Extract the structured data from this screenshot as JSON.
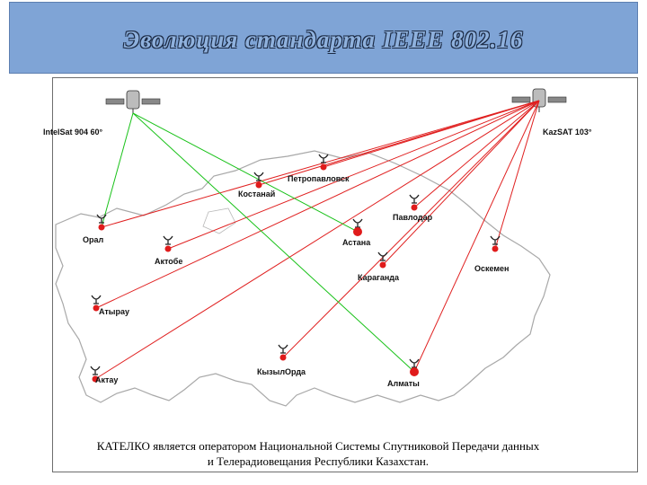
{
  "header": {
    "title": "Эволюция стандарта IEEE 802.16"
  },
  "satellites": [
    {
      "id": "intelsat",
      "label": "IntelSat 904 60°"
    },
    {
      "id": "kazsat",
      "label": "KazSAT 103°"
    }
  ],
  "cities": [
    {
      "id": "petropavlovsk",
      "name": "Петропавловск"
    },
    {
      "id": "kostanay",
      "name": "Костанай"
    },
    {
      "id": "pavlodar",
      "name": "Павлодар"
    },
    {
      "id": "astana",
      "name": "Астана"
    },
    {
      "id": "oral",
      "name": "Орал"
    },
    {
      "id": "aktobe",
      "name": "Актобе"
    },
    {
      "id": "oskemen",
      "name": "Оскемен"
    },
    {
      "id": "karaganda",
      "name": "Караганда"
    },
    {
      "id": "atyrau",
      "name": "Атырау"
    },
    {
      "id": "kyzylorda",
      "name": "КызылОрда"
    },
    {
      "id": "aktau",
      "name": "Актау"
    },
    {
      "id": "almaty",
      "name": "Алматы"
    }
  ],
  "links": {
    "intelsat": [
      "oral",
      "astana",
      "almaty"
    ],
    "kazsat": [
      "petropavlovsk",
      "kostanay",
      "pavlodar",
      "oral",
      "aktobe",
      "oskemen",
      "karaganda",
      "atyrau",
      "kyzylorda",
      "aktau",
      "almaty"
    ]
  },
  "colors": {
    "intelsat_link": "#19c219",
    "kazsat_link": "#e02020",
    "node": "#e01b1b",
    "border": "#a8a8a8"
  },
  "caption": {
    "line1": "КАТЕЛКО является оператором Национальной Системы Спутниковой Передачи данных",
    "line2": "и Телерадиовещания Республики Казахстан."
  }
}
